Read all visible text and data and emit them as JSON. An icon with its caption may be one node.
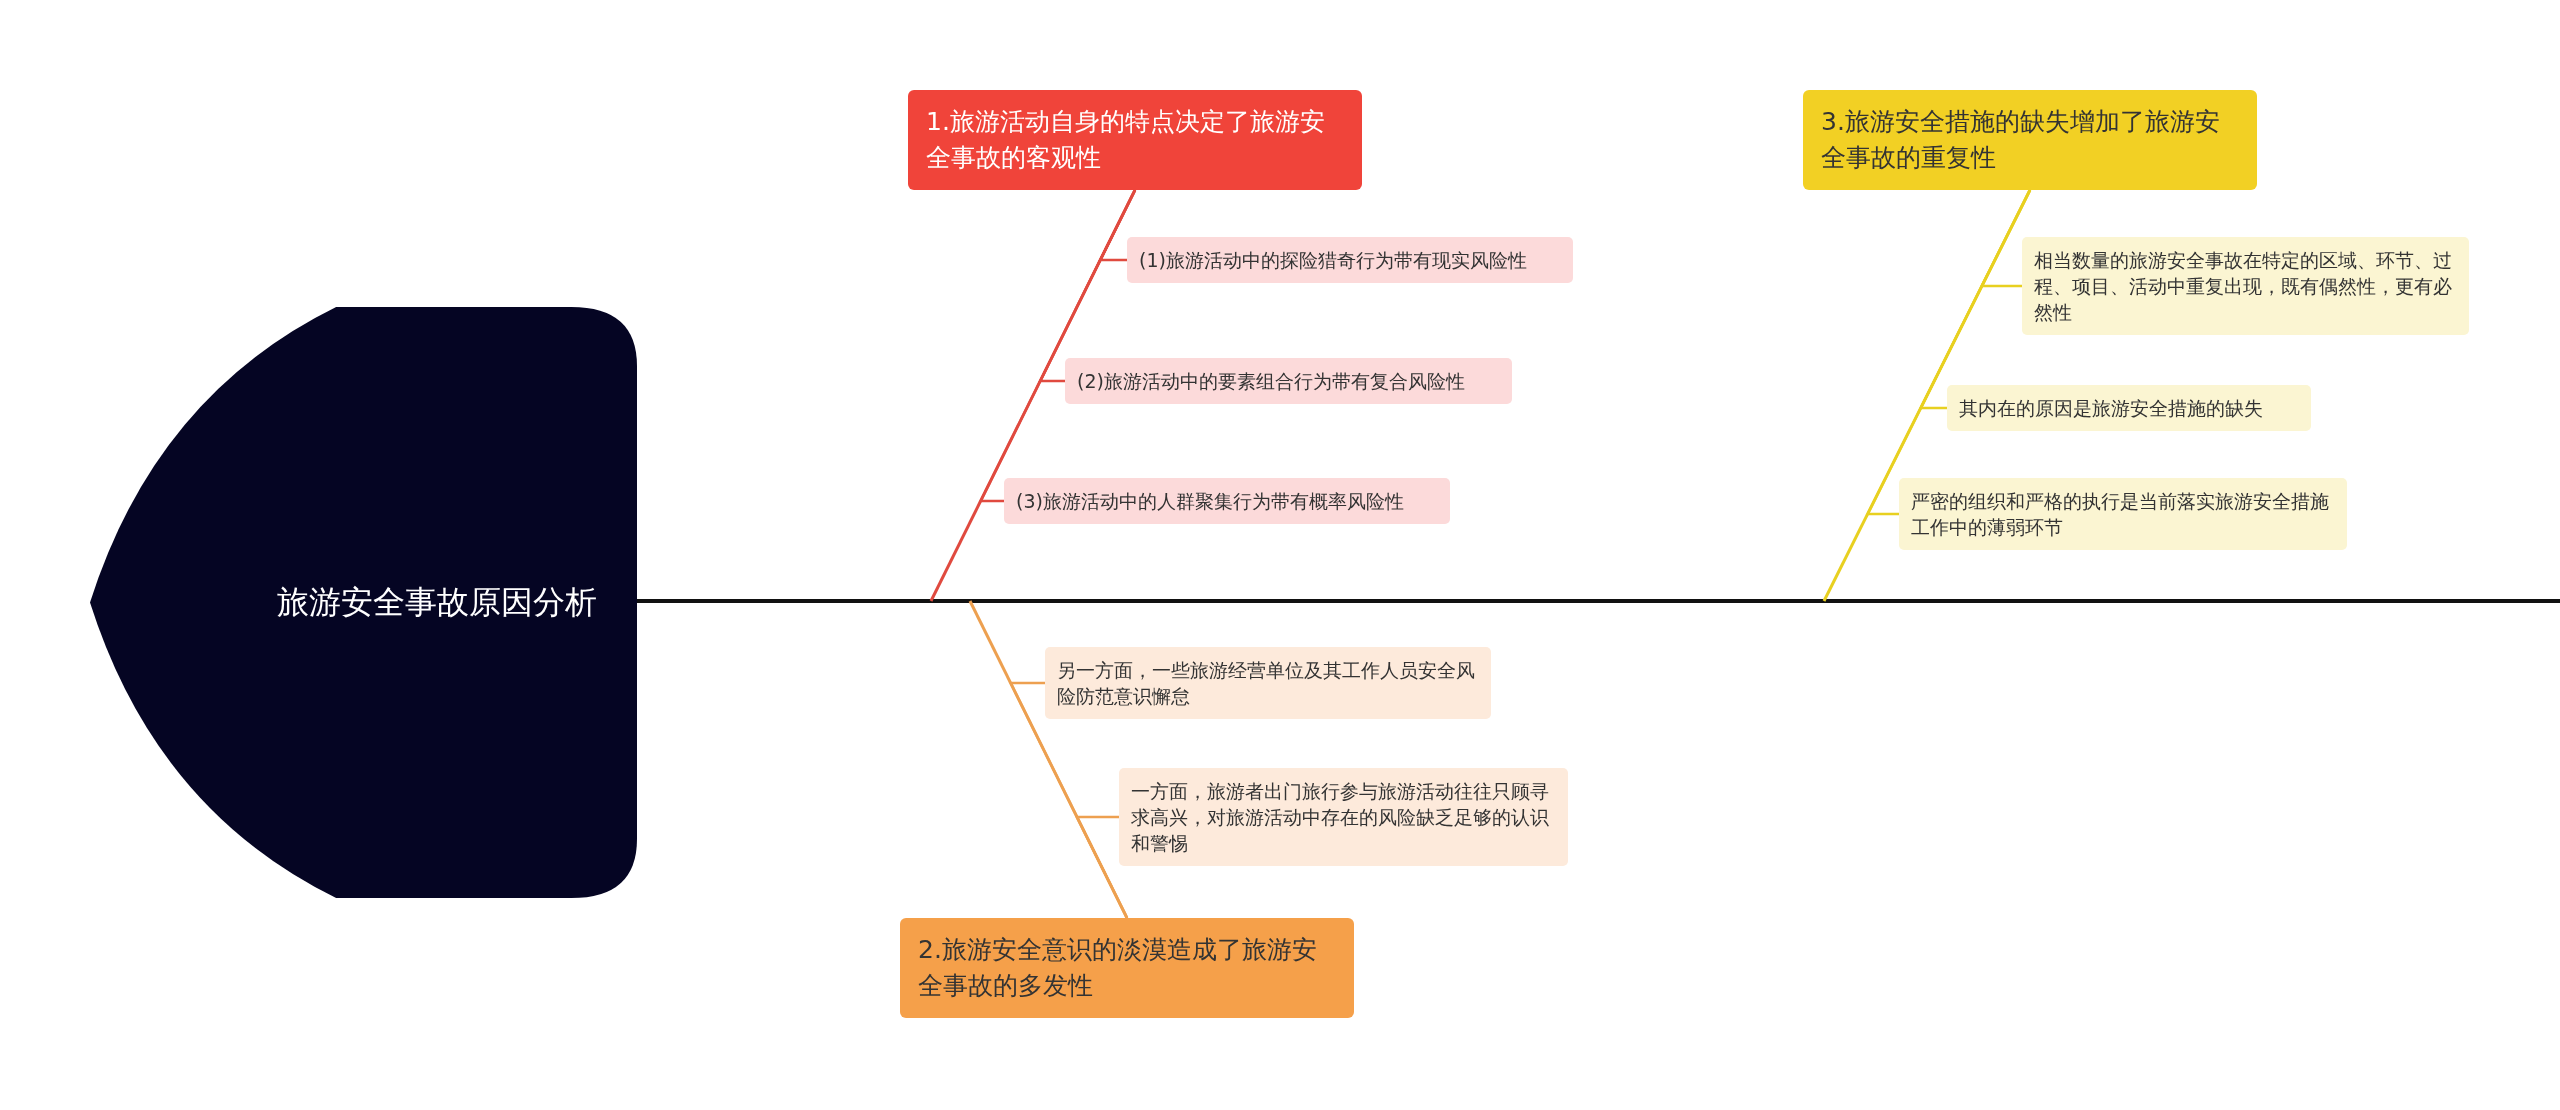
{
  "diagram": {
    "nodes": [
      {
        "text": [
          "旅游安全事故原因分析"
        ]
      },
      {
        "text": [
          "1.旅游活动自身的特点决定了旅游安全事故的客观性"
        ]
      },
      {
        "text": [
          "(1)旅游活动中的探险猎奇行为带有现实风险性"
        ]
      },
      {
        "text": [
          "(2)旅游活动中的要素组合行为带有复合风险性"
        ]
      },
      {
        "text": [
          "(3)旅游活动中的人群聚集行为带有概率风险性"
        ]
      },
      {
        "text": [
          "2.旅游安全意识的淡漠造成了旅游安全事故的多发性"
        ]
      },
      {
        "text": [
          "另一方面，一些旅游经营单位及其工作人员安全风险防范意识懈怠"
        ]
      },
      {
        "text": [
          "一方面，旅游者出门旅行参与旅游活动往往只顾寻求高兴，对旅游活动中存在的风险缺乏足够的认识和警惕"
        ]
      },
      {
        "text": [
          "3.旅游安全措施的缺失增加了旅游安全事故的重复性"
        ]
      },
      {
        "text": [
          "相当数量的旅游安全事故在特定的区域、环节、过程、项目、活动中重复出现，既有偶然性，更有必然性"
        ]
      },
      {
        "text": [
          "其内在的原因是旅游安全措施的缺失"
        ]
      },
      {
        "text": [
          "严密的组织和严格的执行是当前落实旅游安全措施工作中的薄弱环节"
        ]
      }
    ],
    "edges": [
      {
        "from": 0,
        "to": null,
        "arrow": "none",
        "color": "#111111"
      },
      {
        "from": 1,
        "to": null,
        "arrow": "none",
        "color": "#e04a3f"
      },
      {
        "from": 1,
        "to": 2,
        "arrow": "none",
        "color": "#e04a3f"
      },
      {
        "from": 1,
        "to": 3,
        "arrow": "none",
        "color": "#e04a3f"
      },
      {
        "from": 1,
        "to": 4,
        "arrow": "none",
        "color": "#e04a3f"
      },
      {
        "from": 5,
        "to": null,
        "arrow": "none",
        "color": "#eda050"
      },
      {
        "from": 5,
        "to": 6,
        "arrow": "none",
        "color": "#eda050"
      },
      {
        "from": 5,
        "to": 7,
        "arrow": "none",
        "color": "#eda050"
      },
      {
        "from": 8,
        "to": null,
        "arrow": "none",
        "color": "#e8d020"
      },
      {
        "from": 8,
        "to": 9,
        "arrow": "none",
        "color": "#e8d020"
      },
      {
        "from": 8,
        "to": 10,
        "arrow": "none",
        "color": "#e8d020"
      },
      {
        "from": 8,
        "to": 11,
        "arrow": "none",
        "color": "#e8d020"
      }
    ]
  }
}
